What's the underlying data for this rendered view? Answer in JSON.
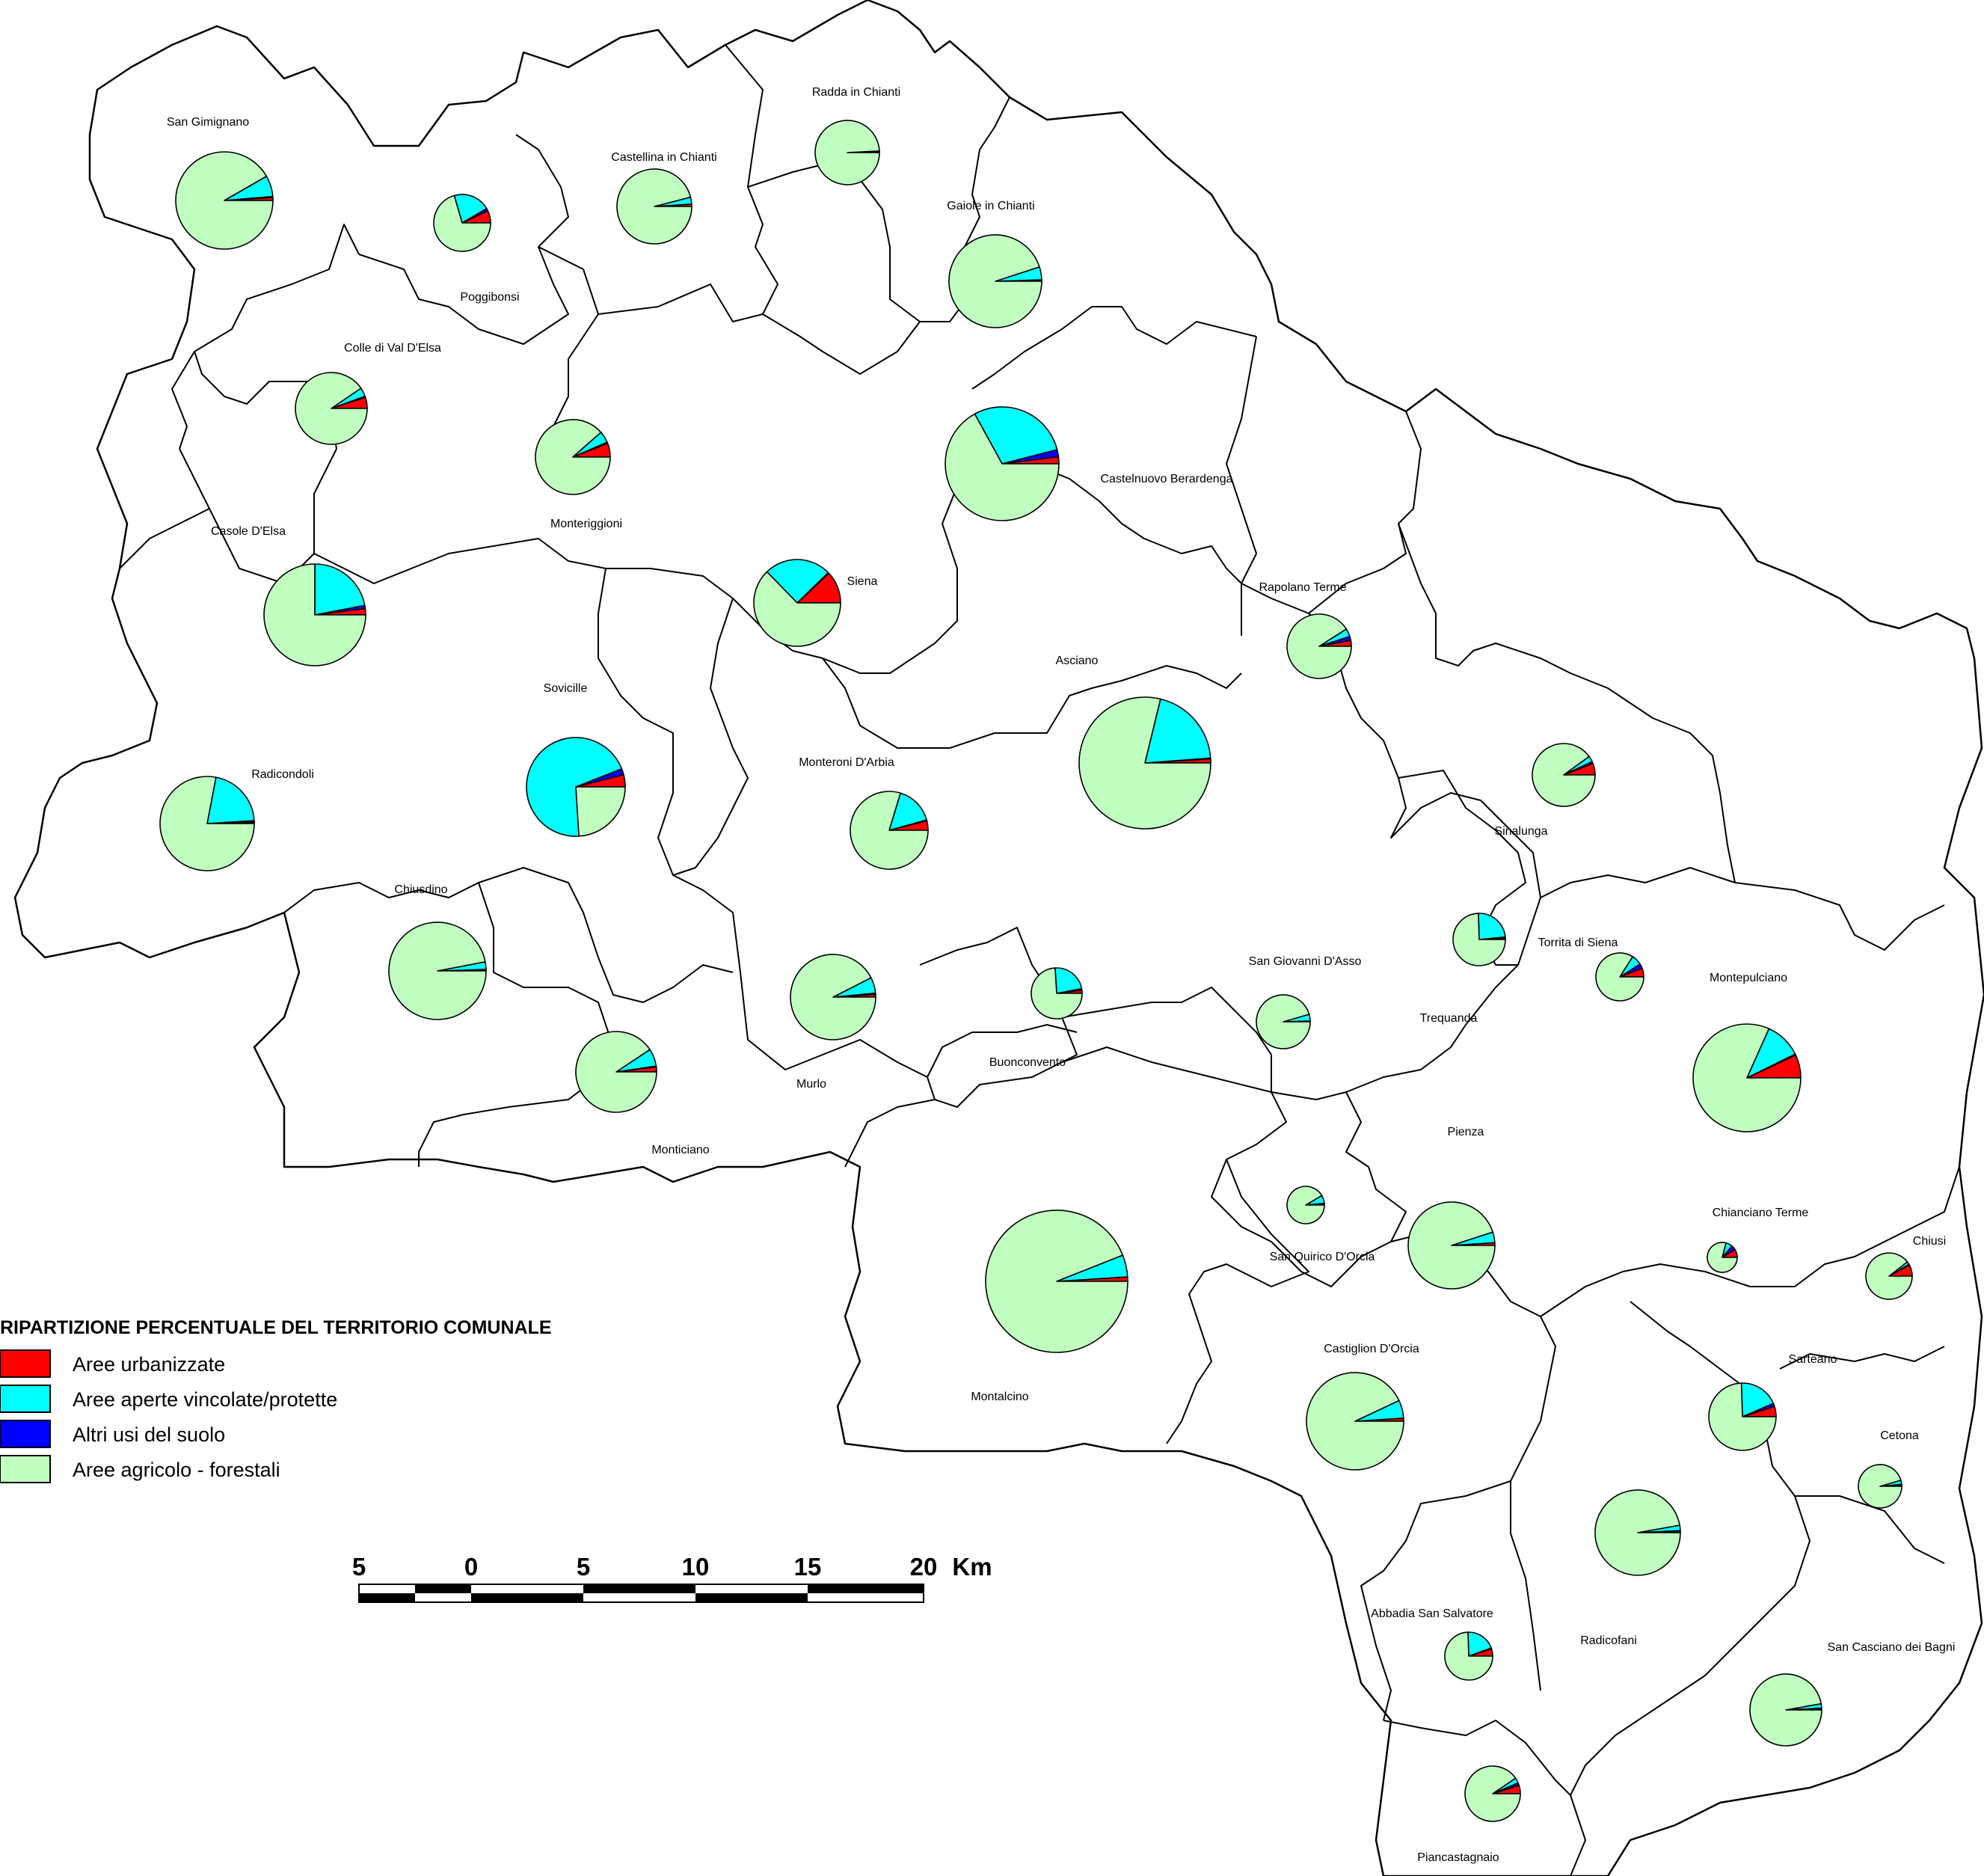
{
  "colors": {
    "urbanizzate": "#ff0000",
    "vincolate": "#00ffff",
    "altri": "#0000ff",
    "agricolo": "#c0ffc0"
  },
  "legend": {
    "title": "RIPARTIZIONE PERCENTUALE DEL TERRITORIO COMUNALE",
    "items": [
      {
        "key": "urbanizzate",
        "label": "Aree urbanizzate"
      },
      {
        "key": "vincolate",
        "label": "Aree aperte vincolate/protette"
      },
      {
        "key": "altri",
        "label": "Altri usi del suolo"
      },
      {
        "key": "agricolo",
        "label": "Aree agricolo - forestali"
      }
    ]
  },
  "scale_bar": {
    "ticks": [
      "5",
      "0",
      "5",
      "10",
      "15",
      "20"
    ],
    "unit": "Km"
  },
  "municipalities": [
    {
      "name": "San Gimignano",
      "shares": {
        "urbanizzate": 1.0,
        "vincolate": 7.0,
        "altri": 0.3,
        "agricolo": 91.7
      }
    },
    {
      "name": "Poggibonsi",
      "shares": {
        "urbanizzate": 7.0,
        "vincolate": 21.0,
        "altri": 1.5,
        "agricolo": 70.5
      }
    },
    {
      "name": "Castellina in Chianti",
      "shares": {
        "urbanizzate": 1.0,
        "vincolate": 3.0,
        "altri": 0.0,
        "agricolo": 96.0
      }
    },
    {
      "name": "Radda in Chianti",
      "shares": {
        "urbanizzate": 0.5,
        "vincolate": 0.0,
        "altri": 0.3,
        "agricolo": 99.2
      }
    },
    {
      "name": "Gaiole in Chianti",
      "shares": {
        "urbanizzate": 0.5,
        "vincolate": 4.5,
        "altri": 0.0,
        "agricolo": 95.0
      }
    },
    {
      "name": "Colle di Val D'Elsa",
      "shares": {
        "urbanizzate": 5.0,
        "vincolate": 4.0,
        "altri": 0.5,
        "agricolo": 90.5
      }
    },
    {
      "name": "Monteriggioni",
      "shares": {
        "urbanizzate": 6.0,
        "vincolate": 5.0,
        "altri": 0.5,
        "agricolo": 88.5
      }
    },
    {
      "name": "Castelnuovo Berardenga",
      "shares": {
        "urbanizzate": 2.0,
        "vincolate": 29.0,
        "altri": 2.0,
        "agricolo": 67.0
      }
    },
    {
      "name": "Casole D'Elsa",
      "shares": {
        "urbanizzate": 2.0,
        "vincolate": 22.0,
        "altri": 1.0,
        "agricolo": 75.0
      }
    },
    {
      "name": "Siena",
      "shares": {
        "urbanizzate": 12.0,
        "vincolate": 25.0,
        "altri": 0.3,
        "agricolo": 62.7
      }
    },
    {
      "name": "Sovicille",
      "shares": {
        "urbanizzate": 4.0,
        "vincolate": 70.0,
        "altri": 2.0,
        "agricolo": 24.0
      }
    },
    {
      "name": "Radicondoli",
      "shares": {
        "urbanizzate": 0.5,
        "vincolate": 21.0,
        "altri": 0.5,
        "agricolo": 78.0
      }
    },
    {
      "name": "Asciano",
      "shares": {
        "urbanizzate": 1.0,
        "vincolate": 20.0,
        "altri": 0.2,
        "agricolo": 78.8
      }
    },
    {
      "name": "Rapolano Terme",
      "shares": {
        "urbanizzate": 3.0,
        "vincolate": 4.0,
        "altri": 2.0,
        "agricolo": 91.0
      }
    },
    {
      "name": "Monteroni D'Arbia",
      "shares": {
        "urbanizzate": 4.0,
        "vincolate": 16.0,
        "altri": 0.3,
        "agricolo": 79.7
      }
    },
    {
      "name": "Sinalunga",
      "shares": {
        "urbanizzate": 6.0,
        "vincolate": 3.0,
        "altri": 1.0,
        "agricolo": 90.0
      }
    },
    {
      "name": "Chiusdino",
      "shares": {
        "urbanizzate": 0.3,
        "vincolate": 2.5,
        "altri": 0.2,
        "agricolo": 97.0
      }
    },
    {
      "name": "Buonconvento",
      "shares": {
        "urbanizzate": 2.0,
        "vincolate": 23.0,
        "altri": 1.0,
        "agricolo": 74.0
      }
    },
    {
      "name": "Murlo",
      "shares": {
        "urbanizzate": 1.0,
        "vincolate": 6.0,
        "altri": 0.5,
        "agricolo": 92.5
      }
    },
    {
      "name": "Monticiano",
      "shares": {
        "urbanizzate": 2.0,
        "vincolate": 7.0,
        "altri": 0.3,
        "agricolo": 90.7
      }
    },
    {
      "name": "San Giovanni D'Asso",
      "shares": {
        "urbanizzate": 0.5,
        "vincolate": 4.0,
        "altri": 0.0,
        "agricolo": 95.5
      }
    },
    {
      "name": "Trequanda",
      "shares": {
        "urbanizzate": 1.0,
        "vincolate": 24.0,
        "altri": 0.5,
        "agricolo": 74.5
      }
    },
    {
      "name": "Torrita di Siena",
      "shares": {
        "urbanizzate": 6.0,
        "vincolate": 7.0,
        "altri": 3.0,
        "agricolo": 84.0
      }
    },
    {
      "name": "Montepulciano",
      "shares": {
        "urbanizzate": 7.0,
        "vincolate": 11.0,
        "altri": 0.3,
        "agricolo": 81.7
      }
    },
    {
      "name": "Pienza",
      "shares": {
        "urbanizzate": 1.0,
        "vincolate": 4.0,
        "altri": 0.0,
        "agricolo": 95.0
      }
    },
    {
      "name": "San Quirico D'Orcia",
      "shares": {
        "urbanizzate": 1.0,
        "vincolate": 7.0,
        "altri": 0.5,
        "agricolo": 91.5
      }
    },
    {
      "name": "Montalcino",
      "shares": {
        "urbanizzate": 1.0,
        "vincolate": 5.0,
        "altri": 0.0,
        "agricolo": 94.0
      }
    },
    {
      "name": "Chianciano Terme",
      "shares": {
        "urbanizzate": 9.0,
        "vincolate": 7.0,
        "altri": 5.0,
        "agricolo": 79.0
      }
    },
    {
      "name": "Chiusi",
      "shares": {
        "urbanizzate": 8.0,
        "vincolate": 2.0,
        "altri": 0.5,
        "agricolo": 89.5
      }
    },
    {
      "name": "Castiglion D'Orcia",
      "shares": {
        "urbanizzate": 1.0,
        "vincolate": 6.0,
        "altri": 0.0,
        "agricolo": 93.0
      }
    },
    {
      "name": "Sarteano",
      "shares": {
        "urbanizzate": 5.0,
        "vincolate": 19.0,
        "altri": 1.5,
        "agricolo": 74.5
      }
    },
    {
      "name": "Cetona",
      "shares": {
        "urbanizzate": 1.0,
        "vincolate": 3.0,
        "altri": 0.5,
        "agricolo": 95.5
      }
    },
    {
      "name": "Radicofani",
      "shares": {
        "urbanizzate": 0.5,
        "vincolate": 2.0,
        "altri": 0.3,
        "agricolo": 97.2
      }
    },
    {
      "name": "Abbadia San Salvatore",
      "shares": {
        "urbanizzate": 5.0,
        "vincolate": 20.0,
        "altri": 0.5,
        "agricolo": 74.5
      }
    },
    {
      "name": "San Casciano dei Bagni",
      "shares": {
        "urbanizzate": 0.5,
        "vincolate": 2.0,
        "altri": 0.3,
        "agricolo": 97.2
      }
    },
    {
      "name": "Piancastagnaio",
      "shares": {
        "urbanizzate": 5.0,
        "vincolate": 3.0,
        "altri": 1.5,
        "agricolo": 90.5
      }
    }
  ]
}
